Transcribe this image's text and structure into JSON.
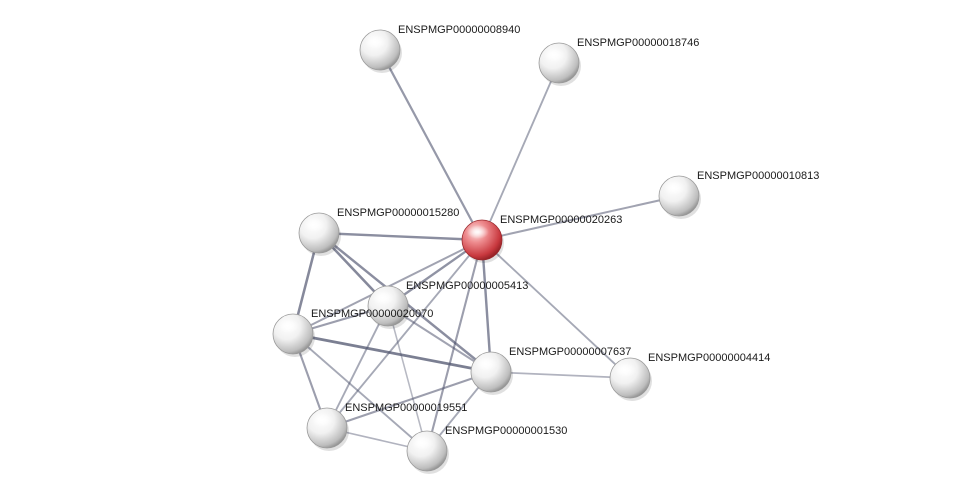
{
  "network": {
    "nodes": [
      {
        "id": "n20263",
        "label": "ENSPMGP00000020263",
        "color": "red"
      },
      {
        "id": "n8940",
        "label": "ENSPMGP00000008940",
        "color": "grey"
      },
      {
        "id": "n18746",
        "label": "ENSPMGP00000018746",
        "color": "grey"
      },
      {
        "id": "n10813",
        "label": "ENSPMGP00000010813",
        "color": "grey"
      },
      {
        "id": "n15280",
        "label": "ENSPMGP00000015280",
        "color": "grey"
      },
      {
        "id": "n5413",
        "label": "ENSPMGP00000005413",
        "color": "grey"
      },
      {
        "id": "n20070",
        "label": "ENSPMGP00000020070",
        "color": "grey"
      },
      {
        "id": "n7637",
        "label": "ENSPMGP00000007637",
        "color": "grey"
      },
      {
        "id": "n4414",
        "label": "ENSPMGP00000004414",
        "color": "grey"
      },
      {
        "id": "n19551",
        "label": "ENSPMGP00000019551",
        "color": "grey"
      },
      {
        "id": "n1530",
        "label": "ENSPMGP00000001530",
        "color": "grey"
      }
    ],
    "edges": [
      {
        "from": "n20263",
        "to": "n8940",
        "weight": 0.55
      },
      {
        "from": "n20263",
        "to": "n18746",
        "weight": 0.4
      },
      {
        "from": "n20263",
        "to": "n10813",
        "weight": 0.45
      },
      {
        "from": "n20263",
        "to": "n15280",
        "weight": 0.65
      },
      {
        "from": "n20263",
        "to": "n5413",
        "weight": 0.6
      },
      {
        "from": "n20263",
        "to": "n20070",
        "weight": 0.45
      },
      {
        "from": "n20263",
        "to": "n7637",
        "weight": 0.65
      },
      {
        "from": "n20263",
        "to": "n4414",
        "weight": 0.4
      },
      {
        "from": "n20263",
        "to": "n19551",
        "weight": 0.4
      },
      {
        "from": "n20263",
        "to": "n1530",
        "weight": 0.5
      },
      {
        "from": "n15280",
        "to": "n5413",
        "weight": 0.7
      },
      {
        "from": "n15280",
        "to": "n20070",
        "weight": 0.7
      },
      {
        "from": "n15280",
        "to": "n7637",
        "weight": 0.65
      },
      {
        "from": "n20070",
        "to": "n5413",
        "weight": 0.5
      },
      {
        "from": "n20070",
        "to": "n7637",
        "weight": 0.8
      },
      {
        "from": "n20070",
        "to": "n19551",
        "weight": 0.5
      },
      {
        "from": "n20070",
        "to": "n1530",
        "weight": 0.4
      },
      {
        "from": "n5413",
        "to": "n7637",
        "weight": 0.45
      },
      {
        "from": "n5413",
        "to": "n19551",
        "weight": 0.4
      },
      {
        "from": "n5413",
        "to": "n1530",
        "weight": 0.25
      },
      {
        "from": "n7637",
        "to": "n4414",
        "weight": 0.3
      },
      {
        "from": "n7637",
        "to": "n19551",
        "weight": 0.5
      },
      {
        "from": "n7637",
        "to": "n1530",
        "weight": 0.4
      },
      {
        "from": "n19551",
        "to": "n1530",
        "weight": 0.3
      }
    ]
  },
  "colors": {
    "query_node": "#d9444a",
    "neighbor_node": "#cfcfcf",
    "edge": "#4a4f6a"
  }
}
